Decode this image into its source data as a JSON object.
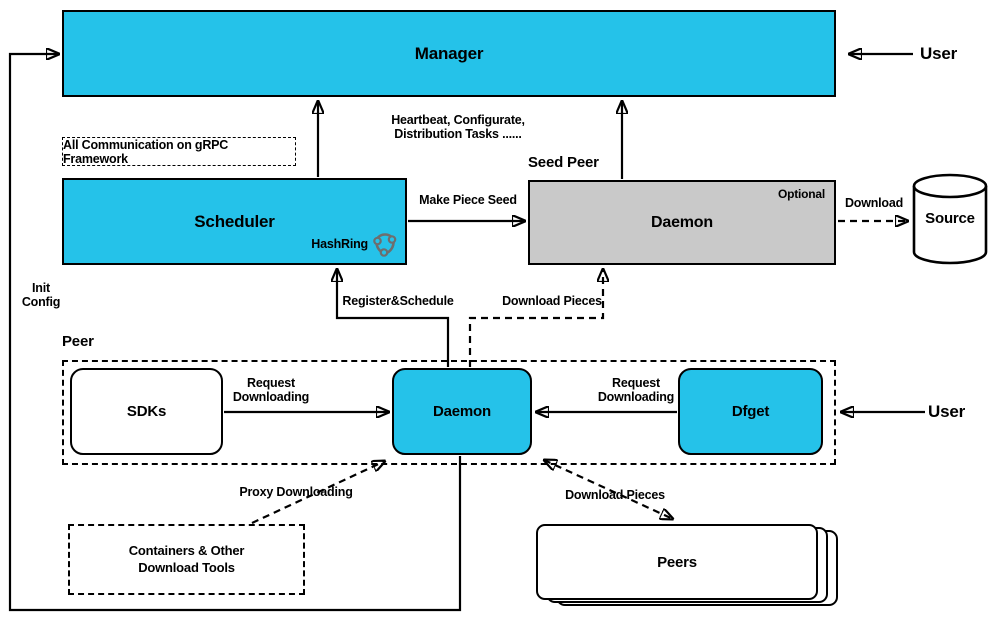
{
  "colors": {
    "accent": "#25c2e9",
    "node_gray": "#c9c9c9",
    "line": "#000000",
    "hashring_icon": "#6e6e6e"
  },
  "nodes": {
    "manager": "Manager",
    "grpc_note": "All Communication on gRPC Framework",
    "scheduler": "Scheduler",
    "hashring": "HashRing",
    "seed_peer_group": "Seed Peer",
    "seed_daemon": "Daemon",
    "seed_daemon_tag": "Optional",
    "source": "Source",
    "peer_group": "Peer",
    "sdks": "SDKs",
    "peer_daemon": "Daemon",
    "dfget": "Dfget",
    "containers_line1": "Containers & Other",
    "containers_line2": "Download Tools",
    "peers": "Peers"
  },
  "actors": {
    "user_top": "User",
    "user_bottom": "User"
  },
  "edge_labels": {
    "heartbeat_line1": "Heartbeat, Configurate,",
    "heartbeat_line2": "Distribution Tasks ......",
    "make_piece_seed": "Make Piece Seed",
    "download": "Download",
    "init_line1": "Init",
    "init_line2": "Config",
    "register_schedule": "Register&Schedule",
    "download_pieces_upper": "Download Pieces",
    "request_dl_left_line1": "Request",
    "request_dl_left_line2": "Downloading",
    "request_dl_right_line1": "Request",
    "request_dl_right_line2": "Downloading",
    "proxy_downloading": "Proxy Downloading",
    "download_pieces_lower": "Download Pieces"
  }
}
